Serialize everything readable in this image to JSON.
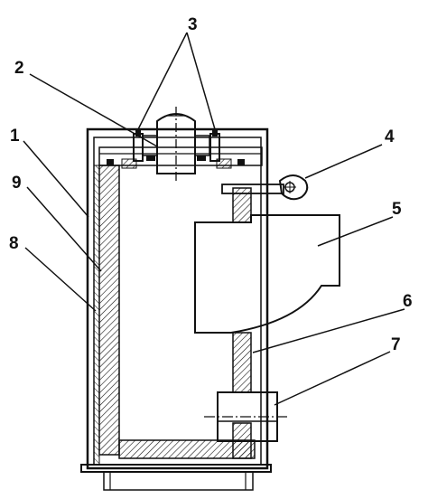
{
  "figure": {
    "callouts": [
      {
        "id": "1",
        "label": "1"
      },
      {
        "id": "2",
        "label": "2"
      },
      {
        "id": "3",
        "label": "3"
      },
      {
        "id": "4",
        "label": "4"
      },
      {
        "id": "5",
        "label": "5"
      },
      {
        "id": "6",
        "label": "6"
      },
      {
        "id": "7",
        "label": "7"
      },
      {
        "id": "8",
        "label": "8"
      },
      {
        "id": "9",
        "label": "9"
      }
    ]
  },
  "colors": {
    "ink": "#111111",
    "paper": "#ffffff"
  }
}
